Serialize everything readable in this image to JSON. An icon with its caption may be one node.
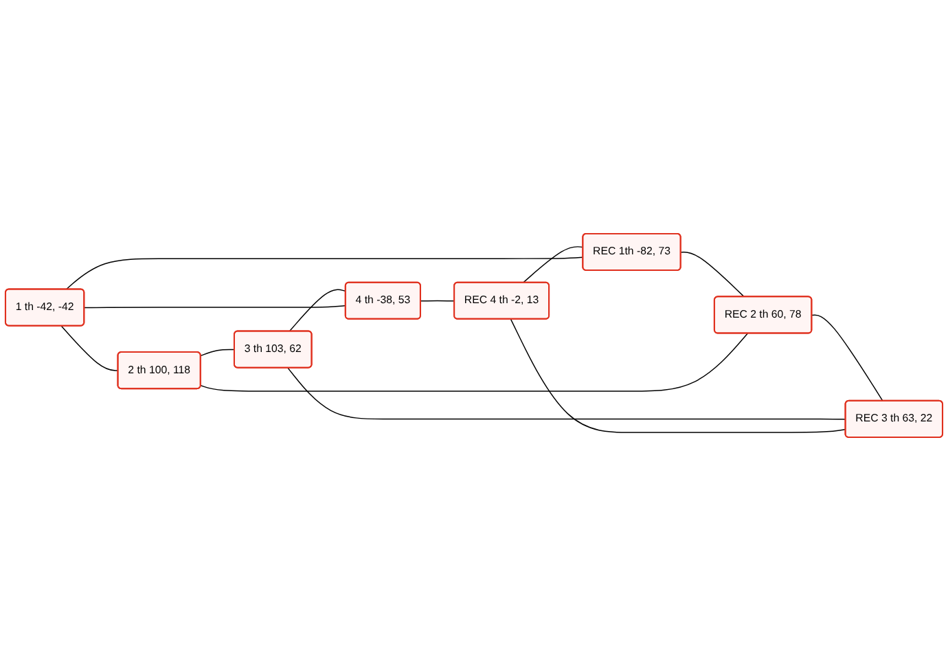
{
  "diagram": {
    "nodes": [
      {
        "text": [
          "1 th -42, -42"
        ]
      },
      {
        "text": [
          "2 th 100, 118"
        ]
      },
      {
        "text": [
          "3 th 103, 62"
        ]
      },
      {
        "text": [
          "4 th -38, 53"
        ]
      },
      {
        "text": [
          "REC 1th -82, 73"
        ]
      },
      {
        "text": [
          "REC 2 th 60, 78"
        ]
      },
      {
        "text": [
          "REC 3 th 63, 22"
        ]
      },
      {
        "text": [
          "REC 4 th -2, 13"
        ]
      }
    ],
    "edges": [
      {
        "from": 0,
        "to": 1,
        "arrow": "none"
      },
      {
        "from": 1,
        "to": 2,
        "arrow": "none"
      },
      {
        "from": 2,
        "to": 3,
        "arrow": "none"
      },
      {
        "from": 3,
        "to": 0,
        "arrow": "none"
      },
      {
        "from": 4,
        "to": 5,
        "arrow": "none"
      },
      {
        "from": 5,
        "to": 6,
        "arrow": "none"
      },
      {
        "from": 6,
        "to": 7,
        "arrow": "none"
      },
      {
        "from": 7,
        "to": 4,
        "arrow": "none"
      },
      {
        "from": 0,
        "to": 4,
        "arrow": "none"
      },
      {
        "from": 1,
        "to": 5,
        "arrow": "none"
      },
      {
        "from": 2,
        "to": 6,
        "arrow": "none"
      },
      {
        "from": 3,
        "to": 7,
        "arrow": "none"
      }
    ]
  }
}
